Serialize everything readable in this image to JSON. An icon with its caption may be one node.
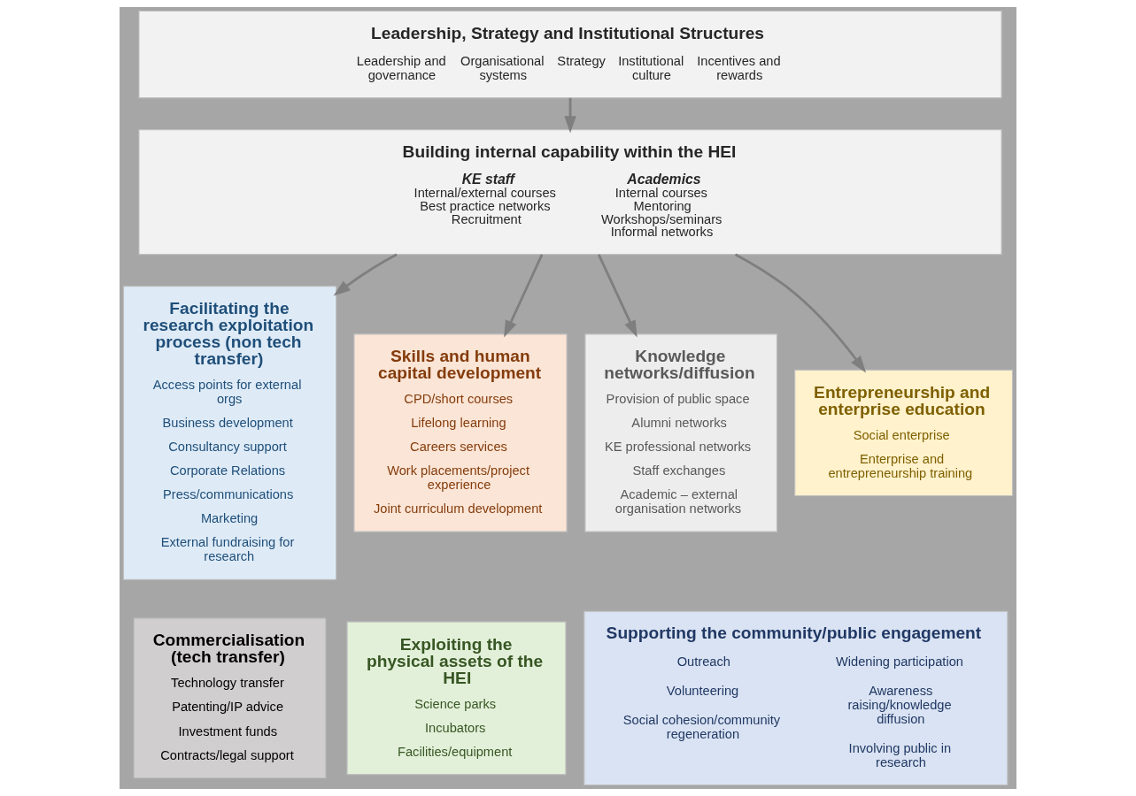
{
  "diagram": {
    "nodes": [
      {
        "text": [
          "Leadership, Strategy and Institutional Structures",
          "Leadership and governance",
          "Organisational systems",
          "Strategy",
          "Institutional culture",
          "Incentives and rewards"
        ]
      },
      {
        "text": [
          "Building internal capability within the HEI",
          "KE staff",
          "Internal/external courses",
          "Best practice networks",
          "Recruitment",
          "Academics",
          "Internal courses",
          "Mentoring",
          "Workshops/seminars",
          "Informal networks"
        ]
      },
      {
        "text": [
          "Facilitating the research exploitation process (non tech transfer)",
          "Access points for external orgs",
          "Business development",
          "Consultancy support",
          "Corporate Relations",
          "Press/communications",
          "Marketing",
          "External fundraising for research"
        ]
      },
      {
        "text": [
          "Skills and human capital development",
          "CPD/short courses",
          "Lifelong learning",
          "Careers services",
          "Work placements/project experience",
          "Joint curriculum development"
        ]
      },
      {
        "text": [
          "Knowledge networks/diffusion",
          "Provision of public space",
          "Alumni networks",
          "KE professional networks",
          "Staff exchanges",
          "Academic – external organisation networks"
        ]
      },
      {
        "text": [
          "Entrepreneurship and enterprise education",
          "Social enterprise",
          "Enterprise and entrepreneurship training"
        ]
      },
      {
        "text": [
          "Commercialisation (tech transfer)",
          "Technology transfer",
          "Patenting/IP advice",
          "Investment funds",
          "Contracts/legal support"
        ]
      },
      {
        "text": [
          "Exploiting the physical assets of the HEI",
          "Science parks",
          "Incubators",
          "Facilities/equipment"
        ]
      },
      {
        "text": [
          "Supporting the community/public engagement",
          "Outreach",
          "Widening participation",
          "Volunteering",
          "Awareness raising/knowledge diffusion",
          "Social cohesion/community regeneration",
          "Involving public in research"
        ]
      }
    ],
    "edges": [
      {
        "from": 0,
        "to": 1,
        "arrow": "to"
      },
      {
        "from": 1,
        "to": 2,
        "arrow": "to"
      },
      {
        "from": 1,
        "to": 3,
        "arrow": "to"
      },
      {
        "from": 1,
        "to": 4,
        "arrow": "to"
      },
      {
        "from": 1,
        "to": 5,
        "arrow": "to"
      }
    ]
  }
}
